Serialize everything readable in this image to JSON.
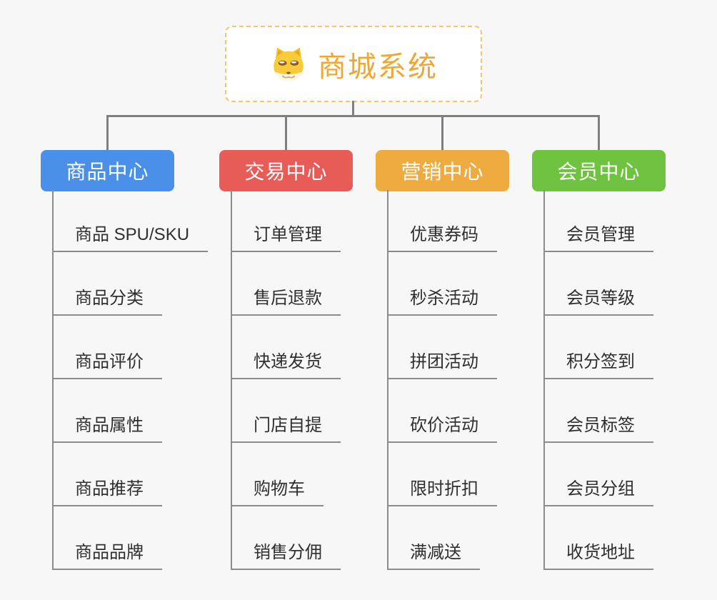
{
  "root": {
    "title": "商城系统",
    "icon": "dog-face-icon",
    "title_color": "#F0A732",
    "border_color": "#F6C46A"
  },
  "colors": {
    "connector": "#7F7F7F",
    "underline": "#8C8C8C",
    "child_text": "#2F2F2F",
    "background": "#F7F7F7"
  },
  "branches": [
    {
      "label": "商品中心",
      "color": "#4A90E8",
      "children": [
        "商品 SPU/SKU",
        "商品分类",
        "商品评价",
        "商品属性",
        "商品推荐",
        "商品品牌"
      ]
    },
    {
      "label": "交易中心",
      "color": "#E85C57",
      "children": [
        "订单管理",
        "售后退款",
        "快递发货",
        "门店自提",
        "购物车",
        "销售分佣"
      ]
    },
    {
      "label": "营销中心",
      "color": "#EEAC40",
      "children": [
        "优惠券码",
        "秒杀活动",
        "拼团活动",
        "砍价活动",
        "限时折扣",
        "满减送"
      ]
    },
    {
      "label": "会员中心",
      "color": "#6FC340",
      "children": [
        "会员管理",
        "会员等级",
        "积分签到",
        "会员标签",
        "会员分组",
        "收货地址"
      ]
    }
  ]
}
